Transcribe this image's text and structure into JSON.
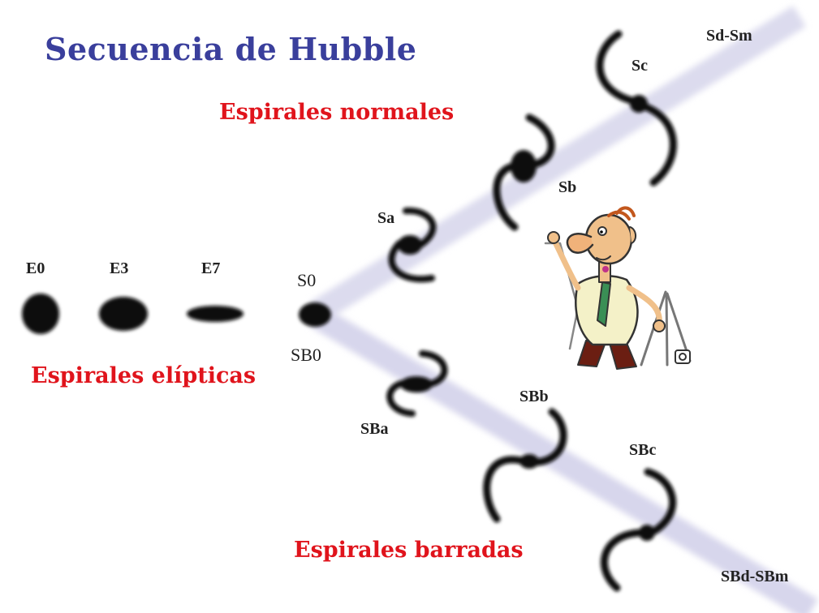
{
  "title": "Secuencia de Hubble",
  "headings": {
    "normal_spirals": "Espirales normales",
    "elliptical": "Espirales elípticas",
    "barred_spirals": "Espirales barradas"
  },
  "labels": {
    "E0": "E0",
    "E3": "E3",
    "E7": "E7",
    "S0": "S0",
    "SB0": "SB0",
    "Sa": "Sa",
    "Sb": "Sb",
    "Sc": "Sc",
    "SdSm": "Sd-Sm",
    "SBa": "SBa",
    "SBb": "SBb",
    "SBc": "SBc",
    "SBdSBm": "SBd-SBm"
  },
  "colors": {
    "title": "#3a3f9c",
    "heading": "#e0141c",
    "track": "#d7d6ec",
    "galaxy": "#0a0a0a"
  },
  "illustration": "cartoon-astronomer-icon"
}
